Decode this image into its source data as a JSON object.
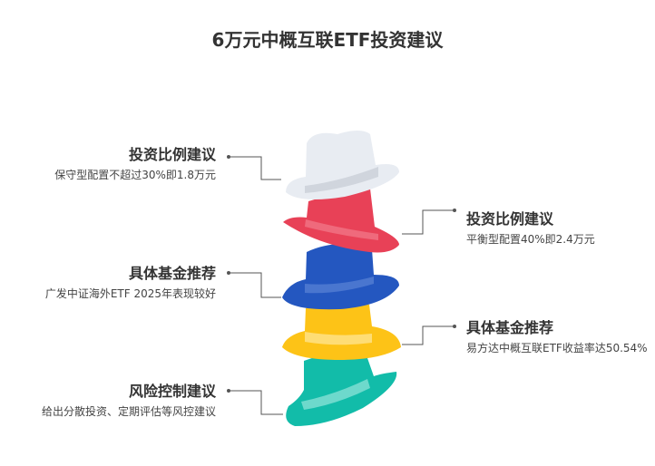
{
  "title": "6万元中概互联ETF投资建议",
  "items": [
    {
      "heading": "投资比例建议",
      "text": "保守型配置不超过30%即1.8万元",
      "side": "left"
    },
    {
      "heading": "投资比例建议",
      "text": "平衡型配置40%即2.4万元",
      "side": "right"
    },
    {
      "heading": "具体基金推荐",
      "text": "广发中证海外ETF 2025年表现较好",
      "side": "left"
    },
    {
      "heading": "具体基金推荐",
      "text": "易方达中概互联ETF收益率达50.54%",
      "side": "right"
    },
    {
      "heading": "风险控制建议",
      "text": "给出分散投资、定期评估等风控建议",
      "side": "left"
    }
  ],
  "colors": {
    "white_hat": "#e8ecf2",
    "red_hat": "#e84157",
    "blue_hat": "#2457c0",
    "yellow_hat": "#fdc317",
    "teal_hat": "#12bca9"
  }
}
